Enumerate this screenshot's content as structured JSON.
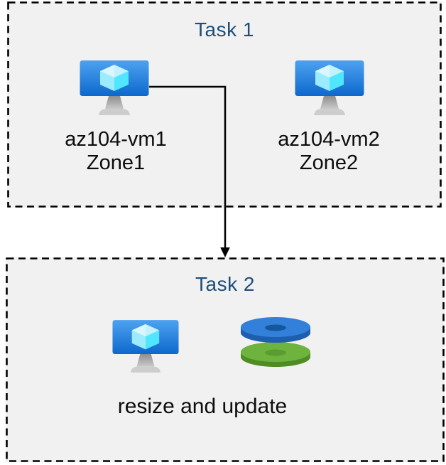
{
  "diagram": {
    "task1": {
      "title": "Task 1",
      "vm1": {
        "name": "az104-vm1",
        "zone": "Zone1"
      },
      "vm2": {
        "name": "az104-vm2",
        "zone": "Zone2"
      }
    },
    "task2": {
      "title": "Task 2",
      "caption": "resize and update"
    },
    "arrow": {
      "from": "az104-vm1",
      "to": "Task 2"
    }
  },
  "icons": {
    "vm": "azure-virtual-machine-icon",
    "disks": "azure-managed-disks-icon"
  },
  "colors": {
    "page_bg": "#ffffff",
    "box_bg": "#f1f1f1",
    "box_border": "#000000",
    "title_text": "#1f4e79",
    "label_text": "#0d0d0d",
    "arrow": "#000000",
    "monitor_top": "#4da2f0",
    "monitor_bottom": "#0d68cc",
    "cube_top": "#c3f1ff",
    "cube_left": "#9cebff",
    "cube_right": "#50e6ff",
    "disk_blue_top": "#3280da",
    "disk_blue_rim": "#1d5fae",
    "disk_blue_hole": "#15579d",
    "disk_green_top": "#6db33e",
    "disk_green_rim": "#4f8c24",
    "disk_green_hole": "#5a9c2f"
  }
}
